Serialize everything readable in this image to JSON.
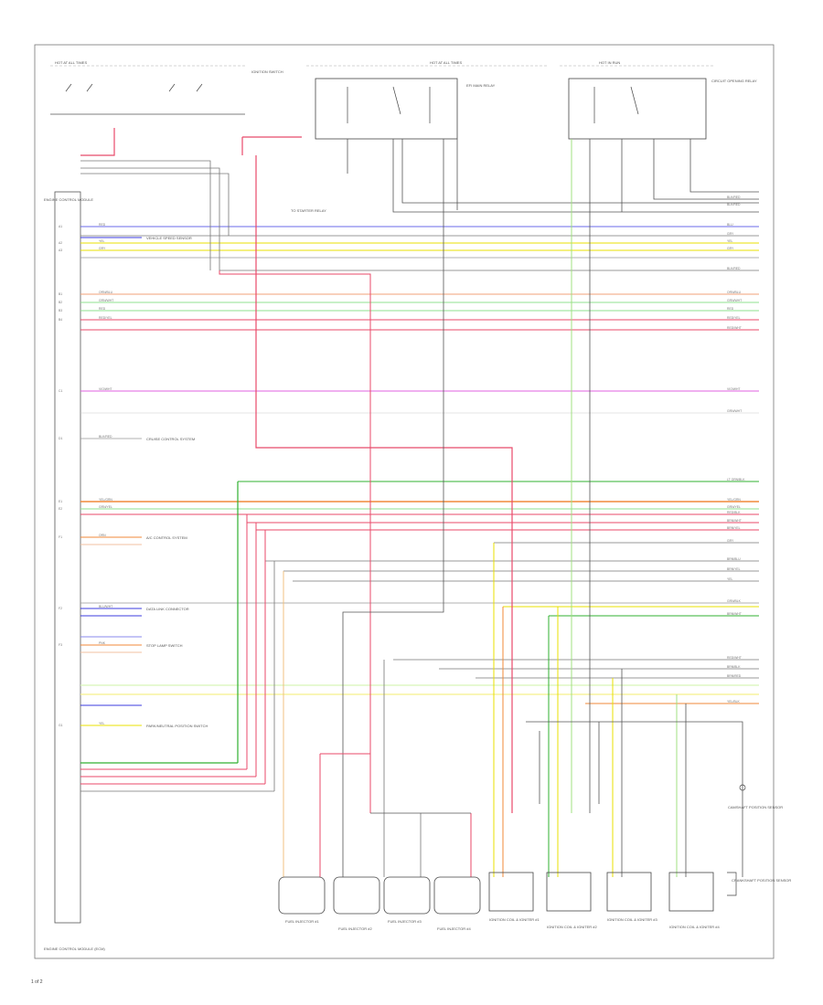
{
  "diagram": {
    "page_label": "1 of 2",
    "fuse_boxes": {
      "left": "HOT AT ALL TIMES",
      "center": "HOT AT ALL TIMES",
      "right": "HOT IN RUN"
    },
    "ignition_switch": "IGNITION SWITCH",
    "fuel_pump_relay": "EFI MAIN RELAY",
    "circuit_opening_relay": "CIRCUIT OPENING RELAY",
    "ecm": "ENGINE CONTROL MODULE",
    "left_connector_label": "ENGINE CONTROL MODULE (ECM)",
    "starter_label": "TO STARTER RELAY",
    "left_signals": [
      {
        "pin": "A1",
        "wire": "RED",
        "color": "#3b3bdf",
        "note": "VEHICLE SPEED SENSOR"
      },
      {
        "pin": "A2",
        "wire": "YEL",
        "color": "#e8e000",
        "note": ""
      },
      {
        "pin": "A3",
        "wire": "GRY",
        "color": "#aaaaaa",
        "note": ""
      },
      {
        "pin": "B1",
        "wire": "ORN/BLU",
        "color": "#f08a3a",
        "note": ""
      },
      {
        "pin": "B2",
        "wire": "GRN/WHT",
        "color": "#5ccf5c",
        "note": ""
      },
      {
        "pin": "B3",
        "wire": "RED",
        "color": "#e0304a",
        "note": ""
      },
      {
        "pin": "B4",
        "wire": "RED/YEL",
        "color": "#e0304a",
        "note": ""
      },
      {
        "pin": "C1",
        "wire": "VIO/WHT",
        "color": "#d030d0",
        "note": ""
      },
      {
        "pin": "D1",
        "wire": "BLK/RED",
        "color": "#666666",
        "note": "CRUISE CONTROL SYSTEM"
      },
      {
        "pin": "E1",
        "wire": "YEL/GRN",
        "color": "#f08a3a",
        "note": ""
      },
      {
        "pin": "E2",
        "wire": "GRN/YEL",
        "color": "#30b030",
        "note": ""
      },
      {
        "pin": "F1",
        "wire": "ORN",
        "color": "#f0a060",
        "note": "A/C CONTROL SYSTEM"
      },
      {
        "pin": "F2",
        "wire": "BLU/WHT",
        "color": "#3b3bdf",
        "note": "DATA LINK CONNECTOR"
      },
      {
        "pin": "F3",
        "wire": "PNK",
        "color": "#f08a3a",
        "note": "STOP LAMP SWITCH"
      },
      {
        "pin": "G1",
        "wire": "YEL",
        "color": "#e8e000",
        "note": "PARK/NEUTRAL POSITION SWITCH"
      }
    ],
    "injectors": [
      "FUEL INJECTOR #1",
      "FUEL INJECTOR #2",
      "FUEL INJECTOR #3",
      "FUEL INJECTOR #4"
    ],
    "ignition_coils": [
      "IGNITION COIL & IGNITER #1",
      "IGNITION COIL & IGNITER #2",
      "IGNITION COIL & IGNITER #3",
      "IGNITION COIL & IGNITER #4"
    ],
    "cam_sensor": "CAMSHAFT POSITION SENSOR",
    "crank_sensor": "CRANKSHAFT POSITION SENSOR",
    "right_labels": [
      "BLK/RED",
      "BLK/RED",
      "BLU",
      "GRY",
      "YEL",
      "GRY",
      "BLK/RED",
      "ORN/BLU",
      "GRN/WHT",
      "RED",
      "RED/YEL",
      "RED/WHT",
      "VIO/WHT",
      "GRN/WHT",
      "LT GRN/BLK",
      "YEL/GRN",
      "GRN/YEL",
      "RED/BLK",
      "BRN/WHT",
      "BRN/YEL",
      "GRY",
      "BRN/BLU",
      "BRN/YEL",
      "YEL",
      "GRN/BLK",
      "BRN/WHT",
      "RED/WHT",
      "BRN/BLK",
      "BRN/RED",
      "YEL/BLK"
    ]
  }
}
